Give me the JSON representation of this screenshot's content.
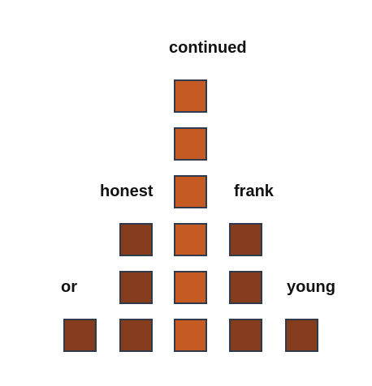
{
  "colors": {
    "highlight": "#c55a22",
    "base": "#843c1c",
    "border": "#2f3b4c",
    "text": "#111111"
  },
  "columns": [
    {
      "label": "or",
      "count": 1,
      "highlight": false
    },
    {
      "label": "honest",
      "count": 3,
      "highlight": false
    },
    {
      "label": "continued",
      "count": 6,
      "highlight": true
    },
    {
      "label": "frank",
      "count": 3,
      "highlight": false
    },
    {
      "label": "young",
      "count": 1,
      "highlight": false
    }
  ]
}
